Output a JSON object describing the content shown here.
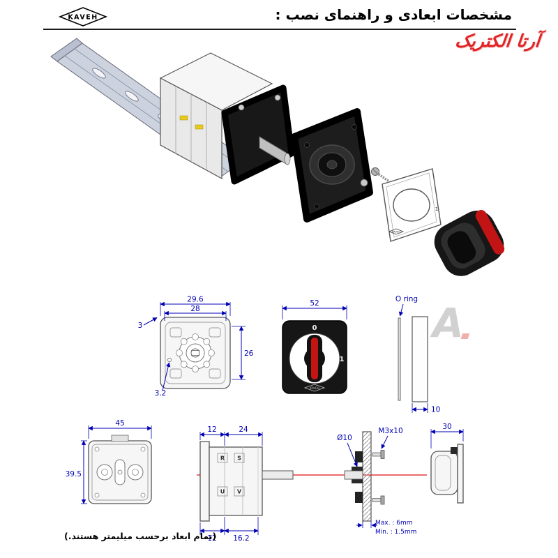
{
  "colors": {
    "dimension_blue": "#0000b4",
    "accent_red": "#c21414",
    "brand_red": "#e02325"
  },
  "header": {
    "logo": "KAVEH",
    "title": "مشخصات ابعادی و راهنمای نصب :",
    "brand": "آرتا الکتریک"
  },
  "exploded": {
    "plate_mark": "1"
  },
  "rear_view": {
    "dim_outer": "29.6",
    "dim_inner": "28",
    "dim_height": "26",
    "dim_corner": "3",
    "dim_hole": "3.2"
  },
  "front_view": {
    "dim_width": "52",
    "pos_off": "0",
    "pos_on": "1"
  },
  "oring": {
    "label": "O ring",
    "dim_width": "10"
  },
  "back_view": {
    "dim_width": "45",
    "dim_height": "39.5"
  },
  "side_view": {
    "dim_top_front": "12",
    "dim_top_body": "24",
    "dim_bottom_front": "12",
    "dim_bottom_body": "16.2",
    "terminals": [
      "R",
      "S",
      "U",
      "V"
    ]
  },
  "panel_view": {
    "dim_shaft": "Ø10",
    "screw_label": "M3x10",
    "dim_knob": "30",
    "panel_max": "Max. : 6mm",
    "panel_min": "Min. : 1.5mm"
  },
  "footer": {
    "note": "(تمام ابعاد برحسب میلیمتر هستند.)"
  },
  "watermark": "A"
}
